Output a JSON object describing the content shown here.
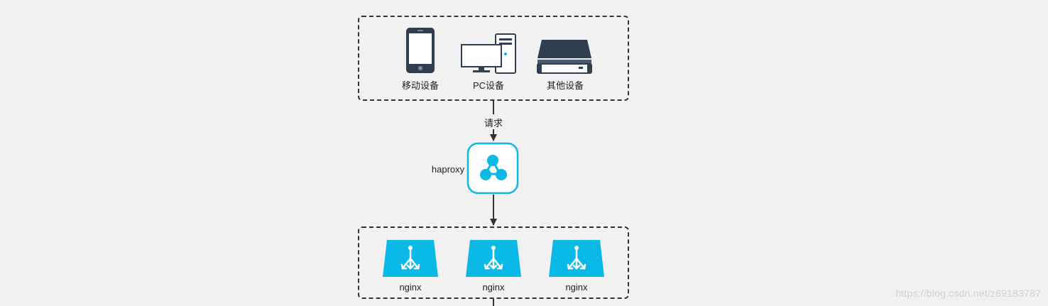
{
  "devices": {
    "items": [
      {
        "label": "移动设备",
        "icon": "mobile-phone-icon"
      },
      {
        "label": "PC设备",
        "icon": "desktop-computer-icon"
      },
      {
        "label": "其他设备",
        "icon": "scanner-icon"
      }
    ]
  },
  "edge_request": {
    "label": "请求"
  },
  "proxy": {
    "label": "haproxy",
    "icon": "load-balancer-icon"
  },
  "servers": {
    "items": [
      {
        "label": "nginx",
        "icon": "nginx-server-icon"
      },
      {
        "label": "nginx",
        "icon": "nginx-server-icon"
      },
      {
        "label": "nginx",
        "icon": "nginx-server-icon"
      }
    ]
  },
  "watermark": "https://blog.csdn.net/z69183787",
  "colors": {
    "accent": "#0ab9e6",
    "device_dark": "#2f3f50",
    "border": "#333333",
    "background": "#f1f1f1"
  }
}
